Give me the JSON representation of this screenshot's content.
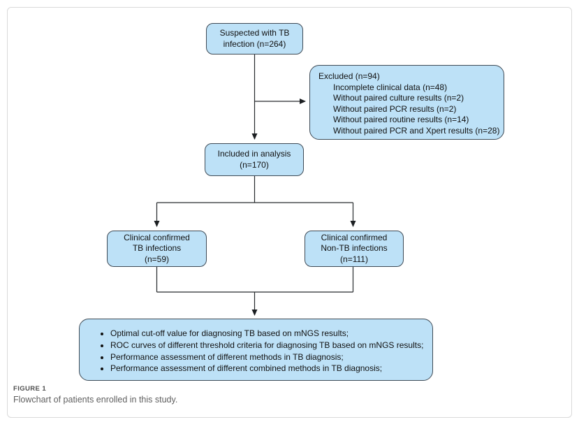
{
  "figure": {
    "caption_label": "FIGURE 1",
    "caption_text": "Flowchart of patients enrolled in this study."
  },
  "flowchart": {
    "suspected": {
      "lines": [
        "Suspected with TB",
        "infection (n=264)"
      ]
    },
    "excluded": {
      "title": "Excluded (n=94)",
      "items": [
        "Incomplete clinical data (n=48)",
        "Without paired culture results (n=2)",
        "Without paired PCR results (n=2)",
        "Without paired routine results (n=14)",
        "Without paired PCR and Xpert  results (n=28)"
      ]
    },
    "included": {
      "lines": [
        "Included in analysis",
        "(n=170)"
      ]
    },
    "tb_confirmed": {
      "lines": [
        "Clinical confirmed",
        "TB infections",
        "(n=59)"
      ]
    },
    "non_tb_confirmed": {
      "lines": [
        "Clinical confirmed",
        "Non-TB infections",
        "(n=111)"
      ]
    },
    "outcomes": {
      "items": [
        "Optimal cut-off value for diagnosing TB based on mNGS results;",
        "ROC curves of different threshold criteria for diagnosing TB based on mNGS results;",
        "Performance assessment of different methods in TB diagnosis;",
        "Performance assessment of different combined methods in TB diagnosis;"
      ]
    }
  },
  "colors": {
    "box_fill": "#bde1f7",
    "box_border": "#3e4a55",
    "line": "#26292c",
    "text": "#111111",
    "caption": "#5f5f5f",
    "frame_border": "#d9d9d9"
  }
}
